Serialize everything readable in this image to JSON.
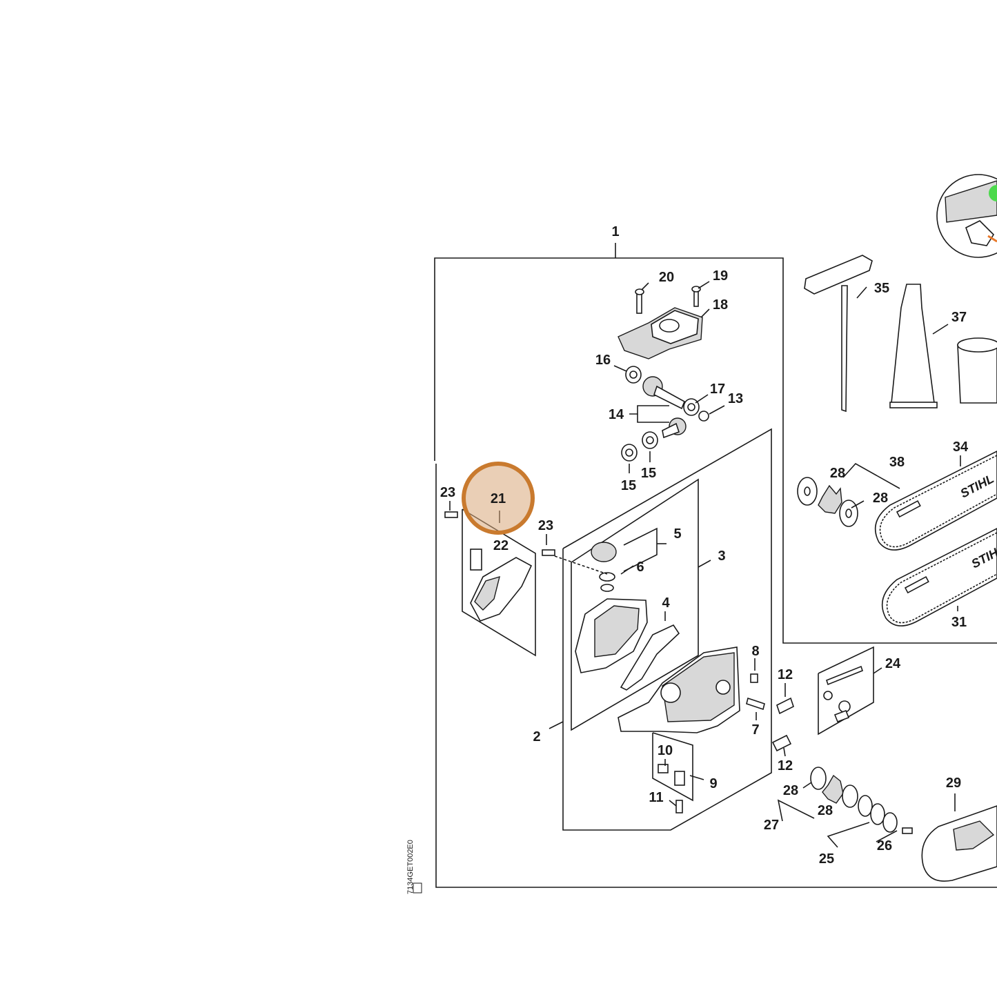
{
  "diagram": {
    "drawing_code": "7134GET002E0",
    "brand_text": "STIHL",
    "highlight": {
      "label": "21",
      "color": "#c97a2e",
      "fill": "#d9a77a"
    },
    "accent_green": "#4cd94c",
    "accent_orange": "#e8792b",
    "labels": {
      "l1": "1",
      "l2": "2",
      "l3": "3",
      "l4": "4",
      "l5": "5",
      "l6": "6",
      "l7": "7",
      "l8": "8",
      "l9": "9",
      "l10": "10",
      "l11": "11",
      "l12a": "12",
      "l12b": "12",
      "l13": "13",
      "l14": "14",
      "l15a": "15",
      "l15b": "15",
      "l16": "16",
      "l17": "17",
      "l18": "18",
      "l19": "19",
      "l20": "20",
      "l22": "22",
      "l23a": "23",
      "l23b": "23",
      "l24": "24",
      "l25": "25",
      "l26": "26",
      "l27": "27",
      "l28a": "28",
      "l28b": "28",
      "l28c": "28",
      "l28d": "28",
      "l29": "29",
      "l31": "31",
      "l34": "34",
      "l35": "35",
      "l37": "37",
      "l38": "38"
    }
  }
}
